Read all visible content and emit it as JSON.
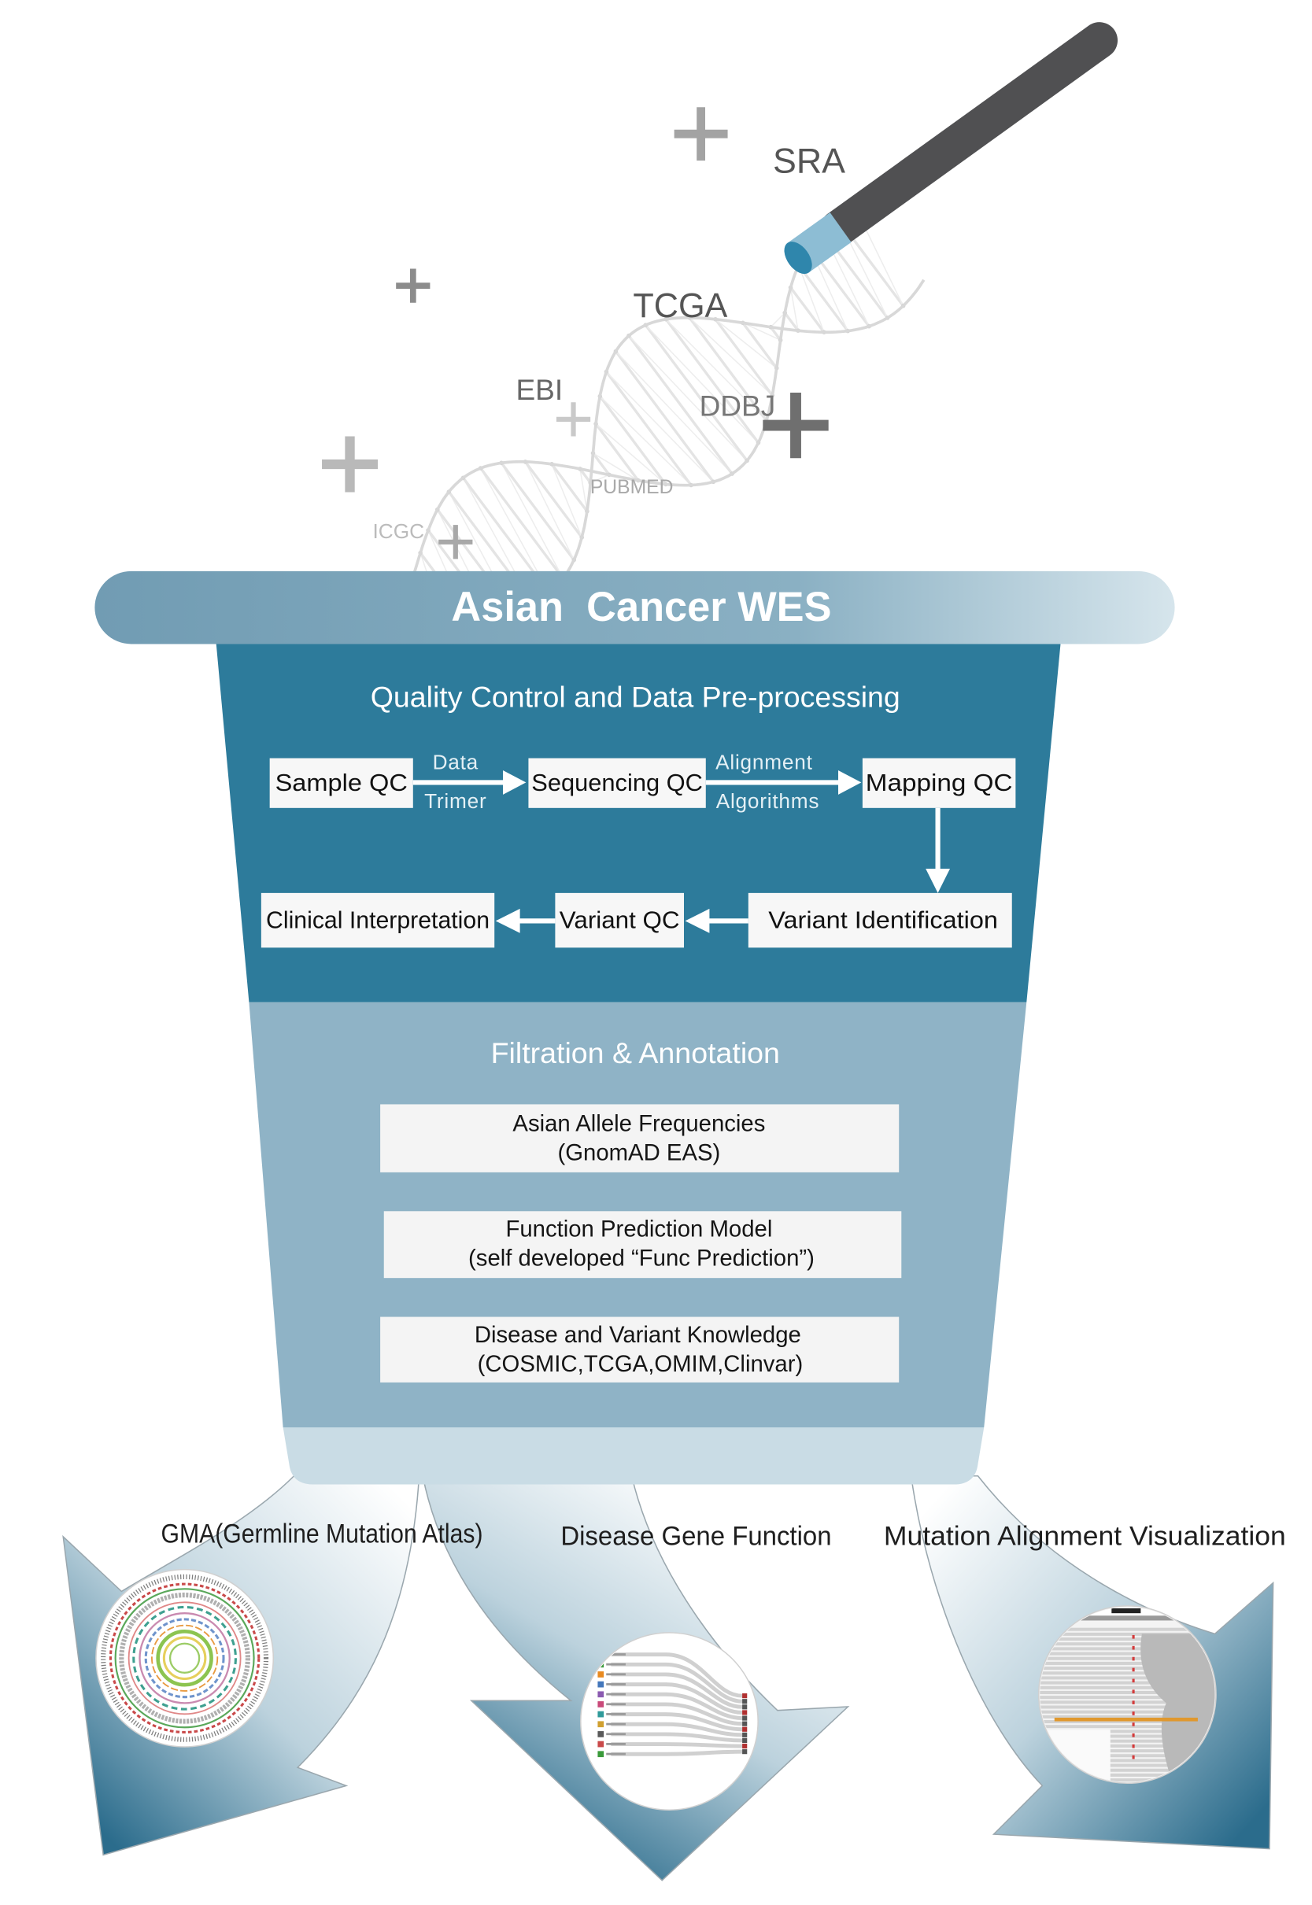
{
  "sources": {
    "sra": "SRA",
    "tcga": "TCGA",
    "ebi": "EBI",
    "ddbj": "DDBJ",
    "pubmed": "PUBMED",
    "icgc": "ICGC"
  },
  "header": {
    "title": "Asian  Cancer WES"
  },
  "qc_section": {
    "title": "Quality Control and Data Pre-processing",
    "steps": {
      "sample_qc": "Sample QC",
      "sequencing_qc": "Sequencing QC",
      "mapping_qc": "Mapping QC",
      "variant_identification": "Variant Identification",
      "variant_qc": "Variant QC",
      "clinical_interpretation": "Clinical Interpretation"
    },
    "edges": {
      "sample_to_sequencing": {
        "above": "Data",
        "below": "Trimer"
      },
      "sequencing_to_mapping": {
        "above": "Alignment",
        "below": "Algorithms"
      }
    }
  },
  "filtration_section": {
    "title": "Filtration & Annotation",
    "boxes": [
      {
        "line1": "Asian Allele Frequencies",
        "line2": "(GnomAD EAS)"
      },
      {
        "line1": "Function Prediction Model",
        "line2": "(self developed “Func Prediction”)"
      },
      {
        "line1": "Disease and Variant Knowledge",
        "line2": "(COSMIC,TCGA,OMIM,Clinvar)"
      }
    ]
  },
  "outputs": [
    {
      "label": "GMA(Germline Mutation Atlas)"
    },
    {
      "label": "Disease Gene Function"
    },
    {
      "label": "Mutation Alignment Visualization"
    }
  ],
  "colors": {
    "qc_section": "#2d7b9b",
    "filtration_section": "#8fb3c6",
    "funnel_base": "#c9dce5",
    "arrow_dark": "#2b6c8c",
    "wand_body": "#505052",
    "wand_tip": "#8dbdd4",
    "wand_end": "#2f86ac"
  },
  "icons": [
    "plus-icon",
    "magic-wand-icon",
    "dna-helix-icon"
  ]
}
